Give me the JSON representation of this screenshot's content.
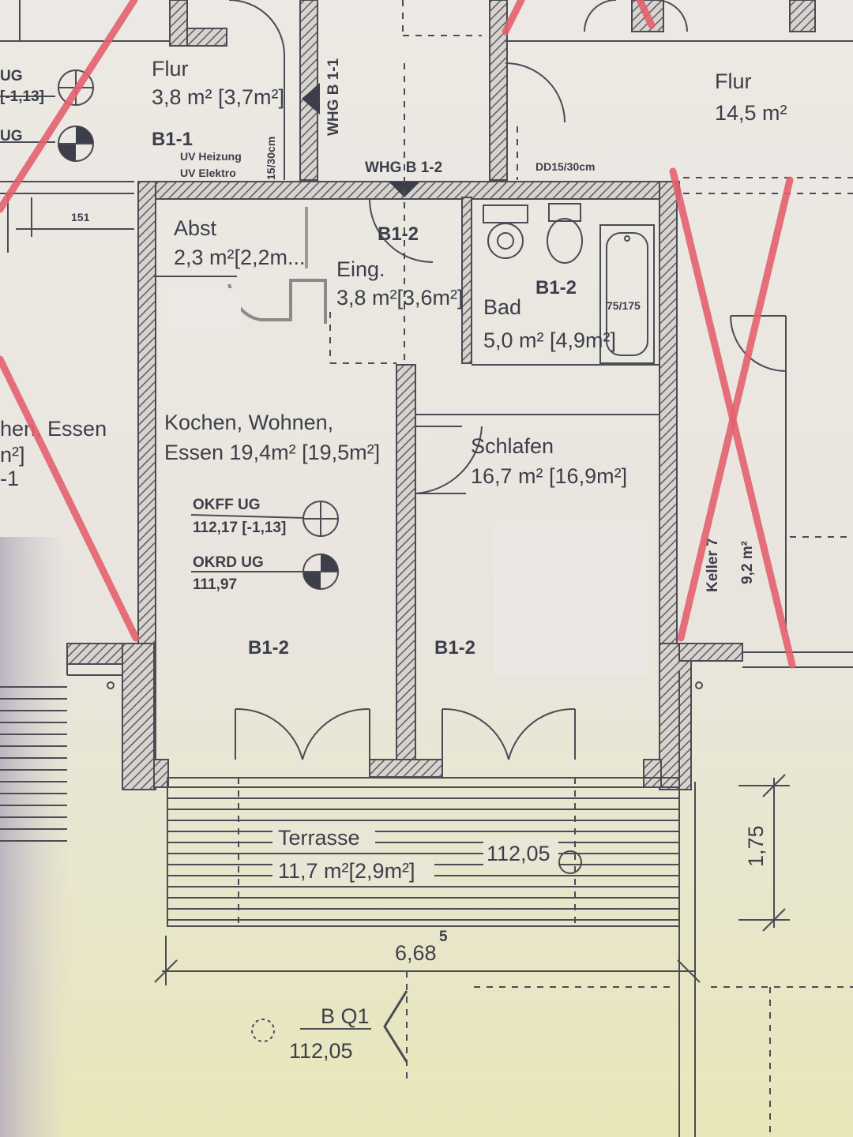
{
  "rooms": {
    "flur_left": {
      "name": "Flur",
      "area": "3,8 m² [3,7m²]",
      "code": "B1-1"
    },
    "flur_right": {
      "name": "Flur",
      "area": "14,5 m²"
    },
    "abst": {
      "name": "Abst",
      "area": "2,3 m²[2,2m..."
    },
    "eing": {
      "name": "Eing.",
      "area": "3,8 m²[3,6m²]"
    },
    "bad": {
      "name": "Bad",
      "area": "5,0 m² [4,9m²]",
      "code": "B1-2",
      "tub": "75/175"
    },
    "kochen": {
      "name": "Kochen, Wohnen,",
      "area": "Essen 19,4m² [19,5m²]",
      "code": "B1-2"
    },
    "schlafen": {
      "name": "Schlafen",
      "area": "16,7 m² [16,9m²]",
      "code": "B1-2"
    },
    "terrasse": {
      "name": "Terrasse",
      "area": "11,7 m²[2,9m²]",
      "level": "112,05"
    },
    "keller": {
      "name": "Keller 7",
      "area": "9,2 m²"
    },
    "left_partial": {
      "name": "hen, Essen"
    }
  },
  "markers": {
    "okff_label": "OKFF UG",
    "okff_value": "112,17 [-1,13]",
    "okrd_label": "OKRD UG",
    "okrd_value": "111,97",
    "left_og": "UG",
    "left_og_value": "[-1,13]",
    "left_ug": "UG",
    "eing_code": "B1-2"
  },
  "annotations": {
    "whg_b12": "WHG B 1-2",
    "whg_b11": "WHG B 1-1",
    "dd": "DD15/30cm",
    "uv_heizung": "UV Heizung",
    "uv_elektro": "UV Elektro",
    "stair_small": "15/30cm",
    "dim_151": "151",
    "width_dim": "6,68",
    "width_sup": "5",
    "height_dim": "1,75",
    "section_label": "B Q1",
    "section_value": "112,05"
  },
  "colors": {
    "ink": "#3c3f4a",
    "strike": "#e3606e",
    "paper": "#e9e4dd"
  }
}
